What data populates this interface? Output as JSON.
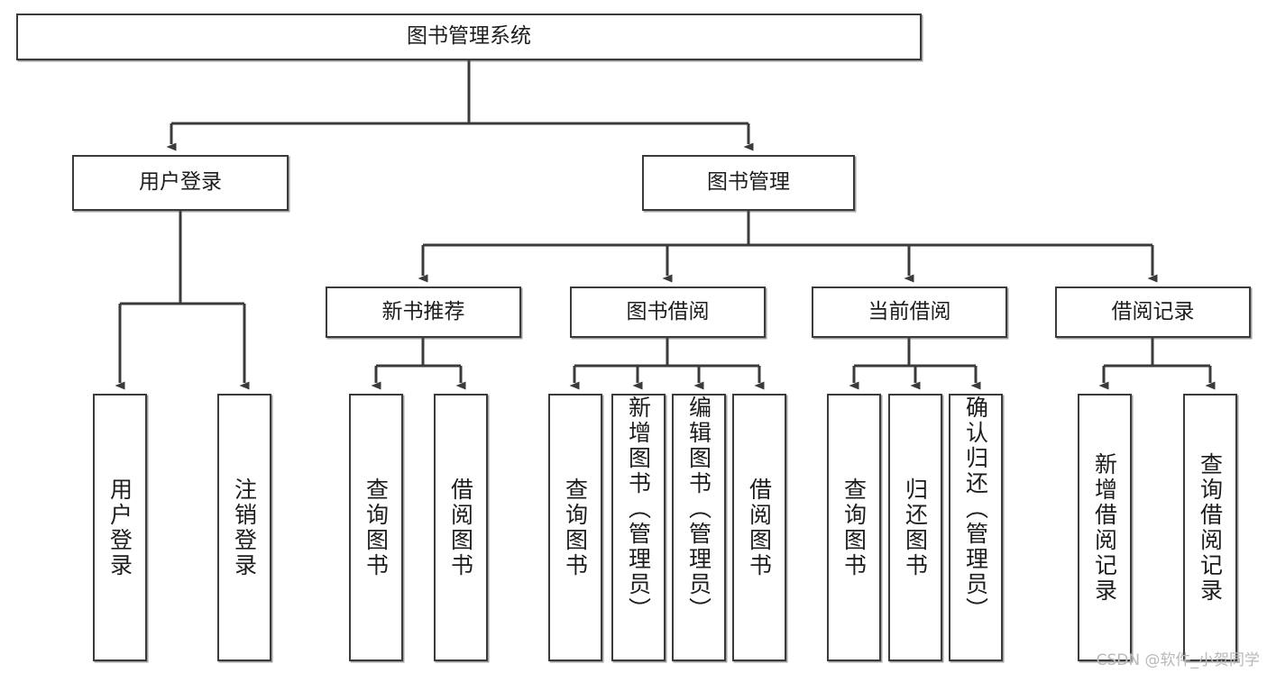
{
  "diagram": {
    "type": "tree-hierarchy-chart",
    "title": "图书管理系统",
    "stroke_color": "#3b3b3b",
    "fill_color": "#ffffff",
    "text_color": "#1d1d1d",
    "levels": [
      {
        "level": 1,
        "nodes": [
          {
            "id": "root",
            "label": "图书管理系统",
            "orientation": "horizontal"
          }
        ]
      },
      {
        "level": 2,
        "nodes": [
          {
            "id": "user-login",
            "label": "用户登录",
            "orientation": "horizontal"
          },
          {
            "id": "book-manage",
            "label": "图书管理",
            "orientation": "horizontal"
          }
        ]
      },
      {
        "level": 3,
        "nodes": [
          {
            "id": "new-book-recommend",
            "label": "新书推荐",
            "orientation": "horizontal"
          },
          {
            "id": "book-borrow",
            "label": "图书借阅",
            "orientation": "horizontal"
          },
          {
            "id": "current-borrow",
            "label": "当前借阅",
            "orientation": "horizontal"
          },
          {
            "id": "borrow-record",
            "label": "借阅记录",
            "orientation": "horizontal"
          }
        ]
      },
      {
        "level": 4,
        "nodes": [
          {
            "id": "leaf-user-login",
            "label": "用户登录",
            "orientation": "vertical",
            "parent": "user-login"
          },
          {
            "id": "leaf-logout-login",
            "label": "注销登录",
            "orientation": "vertical",
            "parent": "user-login"
          },
          {
            "id": "leaf-query-book-1",
            "label": "查询图书",
            "orientation": "vertical",
            "parent": "new-book-recommend"
          },
          {
            "id": "leaf-borrow-book-1",
            "label": "借阅图书",
            "orientation": "vertical",
            "parent": "new-book-recommend"
          },
          {
            "id": "leaf-query-book-2",
            "label": "查询图书",
            "orientation": "vertical",
            "parent": "book-borrow"
          },
          {
            "id": "leaf-add-book",
            "label": "新增图书（管理员）",
            "orientation": "vertical",
            "parent": "book-borrow"
          },
          {
            "id": "leaf-edit-book",
            "label": "编辑图书（管理员）",
            "orientation": "vertical",
            "parent": "book-borrow"
          },
          {
            "id": "leaf-borrow-book-2",
            "label": "借阅图书",
            "orientation": "vertical",
            "parent": "book-borrow"
          },
          {
            "id": "leaf-query-book-3",
            "label": "查询图书",
            "orientation": "vertical",
            "parent": "current-borrow"
          },
          {
            "id": "leaf-return-book",
            "label": "归还图书",
            "orientation": "vertical",
            "parent": "current-borrow"
          },
          {
            "id": "leaf-confirm-return",
            "label": "确认归还（管理员）",
            "orientation": "vertical",
            "parent": "current-borrow"
          },
          {
            "id": "leaf-add-record",
            "label": "新增借阅记录",
            "orientation": "vertical",
            "parent": "borrow-record"
          },
          {
            "id": "leaf-query-record",
            "label": "查询借阅记录",
            "orientation": "vertical",
            "parent": "borrow-record"
          }
        ]
      }
    ]
  },
  "watermark": {
    "text": "CSDN @软件_小贺同学"
  }
}
